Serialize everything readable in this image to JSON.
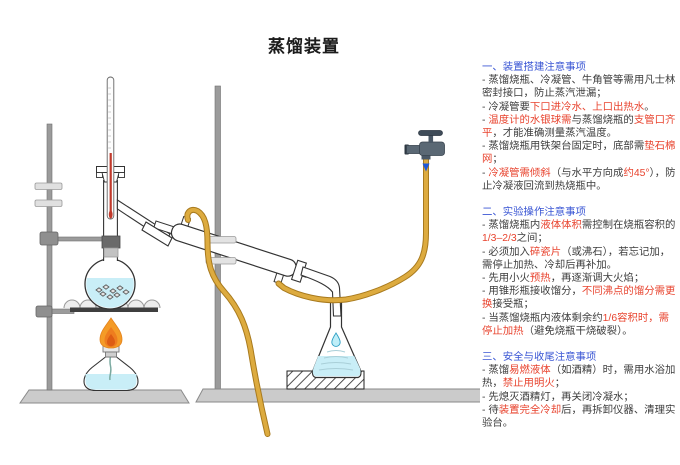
{
  "page": {
    "title": "蒸馏装置"
  },
  "colors": {
    "heading_blue": "#3a56d4",
    "emphasis_red": "#e8432e",
    "body_text": "#3d3d3d",
    "tube_orange": "#d9a133",
    "liquid_cyan": "#c9eef7",
    "flame_orange": "#f49b27"
  },
  "diagram": {
    "parts": [
      "left-iron-stand",
      "ring-clamp",
      "wire-gauze",
      "alcohol-lamp",
      "flame",
      "distillation-flask",
      "boiling-chips",
      "thermometer",
      "side-arm",
      "condenser",
      "condenser-clamps",
      "right-iron-stand",
      "support-block",
      "conical-flask",
      "distillate-droplet",
      "receiving-adapter",
      "water-inlet-tube",
      "water-outlet-tube",
      "water-faucet",
      "flow-direction-arrow"
    ]
  },
  "notes": {
    "sections": [
      {
        "heading": "一、装置搭建注意事项",
        "lines": [
          {
            "segments": [
              {
                "t": "- 蒸馏烧瓶、冷凝管、牛角管等需用凡士林密封接口，防止蒸汽泄漏；",
                "c": "body"
              }
            ]
          },
          {
            "segments": [
              {
                "t": "- 冷凝管要",
                "c": "body"
              },
              {
                "t": "下口进冷水、上口出热水",
                "c": "red"
              },
              {
                "t": "。",
                "c": "body"
              }
            ]
          },
          {
            "segments": [
              {
                "t": "- ",
                "c": "body"
              },
              {
                "t": "温度计的水银球需",
                "c": "red"
              },
              {
                "t": "与蒸馏烧瓶的",
                "c": "body"
              },
              {
                "t": "支管口齐平",
                "c": "red"
              },
              {
                "t": "，才能准确测量蒸汽温度。",
                "c": "body"
              }
            ]
          },
          {
            "segments": [
              {
                "t": "- 蒸馏烧瓶用铁架台固定时，底部需",
                "c": "body"
              },
              {
                "t": "垫石棉网",
                "c": "red"
              },
              {
                "t": "；",
                "c": "body"
              }
            ]
          },
          {
            "segments": [
              {
                "t": "- ",
                "c": "body"
              },
              {
                "t": "冷凝管需倾斜",
                "c": "red"
              },
              {
                "t": "（与水平方向成",
                "c": "body"
              },
              {
                "t": "约45°",
                "c": "red"
              },
              {
                "t": "），防止冷凝液回流到热烧瓶中。",
                "c": "body"
              }
            ]
          }
        ]
      },
      {
        "heading": "二、实验操作注意事项",
        "lines": [
          {
            "segments": [
              {
                "t": "- 蒸馏烧瓶内",
                "c": "body"
              },
              {
                "t": "液体体积",
                "c": "red"
              },
              {
                "t": "需控制在烧瓶容积的",
                "c": "body"
              },
              {
                "t": "1/3–2/3",
                "c": "red"
              },
              {
                "t": "之间；",
                "c": "body"
              }
            ]
          },
          {
            "segments": [
              {
                "t": "- 必须加入",
                "c": "body"
              },
              {
                "t": "碎瓷片",
                "c": "red"
              },
              {
                "t": "（或沸石），若忘记加，需停止加热、冷却后再补加。",
                "c": "body"
              }
            ]
          },
          {
            "segments": [
              {
                "t": "- 先用小火",
                "c": "body"
              },
              {
                "t": "预热",
                "c": "red"
              },
              {
                "t": "，再逐渐调大火焰；",
                "c": "body"
              }
            ]
          },
          {
            "segments": [
              {
                "t": "- 用锥形瓶接收馏分，",
                "c": "body"
              },
              {
                "t": "不同沸点的馏分需更换",
                "c": "red"
              },
              {
                "t": "接受瓶；",
                "c": "body"
              }
            ]
          },
          {
            "segments": [
              {
                "t": "- 当蒸馏烧瓶内液体剩余约",
                "c": "body"
              },
              {
                "t": "1/6容积时，需停止加热",
                "c": "red"
              },
              {
                "t": "（避免烧瓶干烧破裂）。",
                "c": "body"
              }
            ]
          }
        ]
      },
      {
        "heading": "三、安全与收尾注意事项",
        "lines": [
          {
            "segments": [
              {
                "t": "- 蒸馏",
                "c": "body"
              },
              {
                "t": "易燃液体",
                "c": "red"
              },
              {
                "t": "（如酒精）时，需用水浴加热，",
                "c": "body"
              },
              {
                "t": "禁止用明火",
                "c": "red"
              },
              {
                "t": "；",
                "c": "body"
              }
            ]
          },
          {
            "segments": [
              {
                "t": "- 先熄灭酒精灯，再关闭冷凝水；",
                "c": "body"
              }
            ]
          },
          {
            "segments": [
              {
                "t": "- 待",
                "c": "body"
              },
              {
                "t": "装置完全冷却",
                "c": "red"
              },
              {
                "t": "后，再拆卸仪器、清理实验台。",
                "c": "body"
              }
            ]
          }
        ]
      }
    ]
  }
}
